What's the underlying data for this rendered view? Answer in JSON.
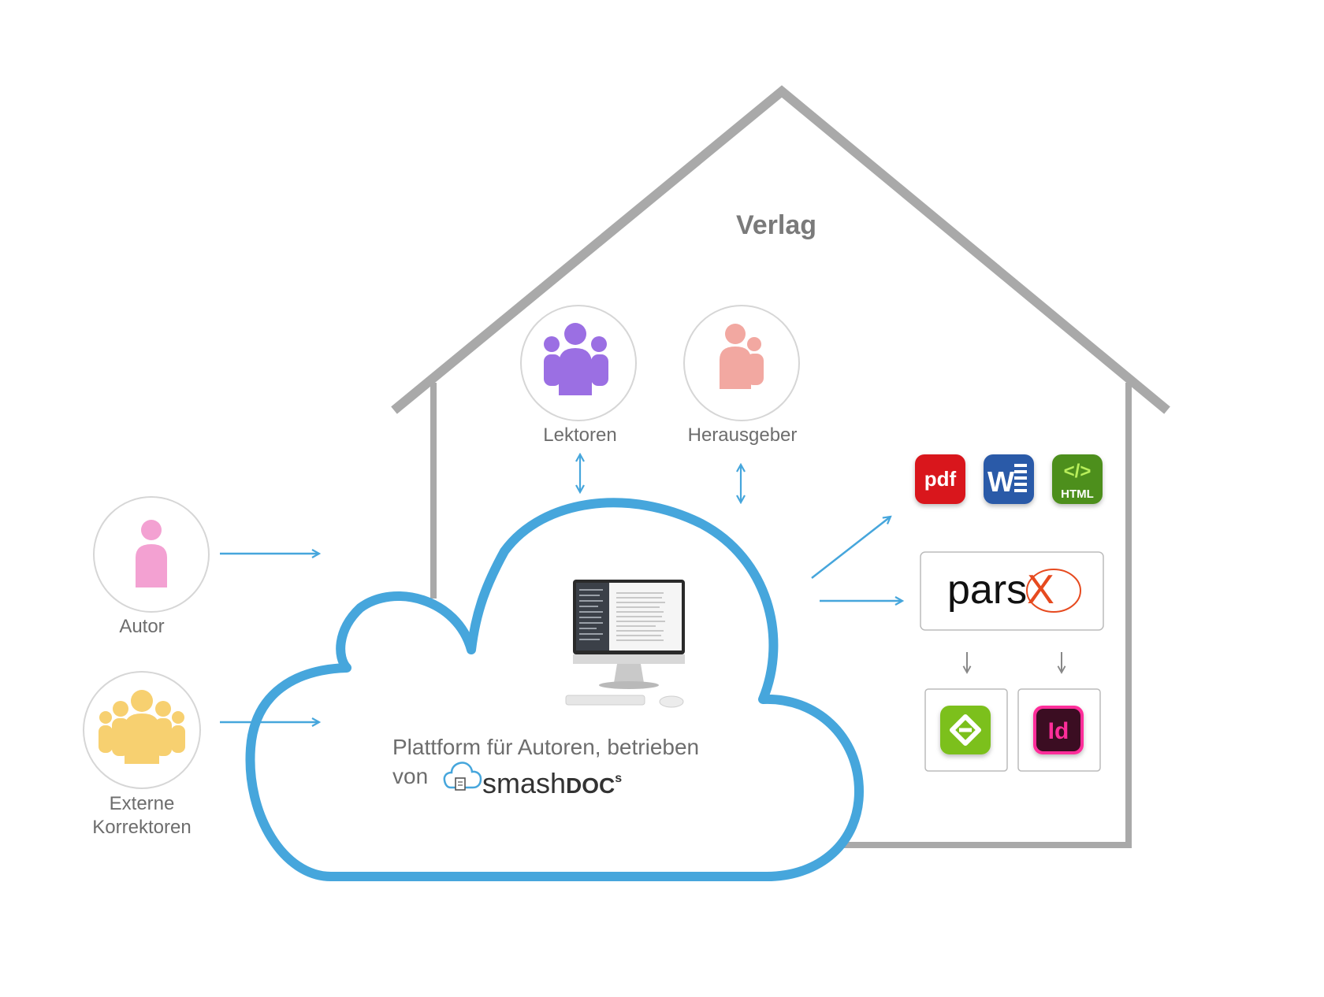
{
  "house": {
    "title": "Verlag"
  },
  "roles": {
    "lektoren": "Lektoren",
    "herausgeber": "Herausgeber",
    "autor": "Autor",
    "externe_line1": "Externe",
    "externe_line2": "Korrektoren"
  },
  "platform": {
    "line1": "Plattform für Autoren, betrieben",
    "line2_prefix": "von",
    "logo_light": "smash",
    "logo_bold": "DOC",
    "logo_sup": "s"
  },
  "formats": {
    "pdf": "pdf",
    "word": "W",
    "html_tag": "</>",
    "html": "HTML",
    "indesign": "Id"
  },
  "parsx": {
    "text": "pars",
    "x": "X"
  },
  "colors": {
    "house_outline": "#a9a9a9",
    "cloud": "#46a6dc",
    "arrow": "#46a6dc",
    "lektoren": "#9b6fe3",
    "herausgeber": "#f2a8a1",
    "autor": "#f3a1d2",
    "externe": "#f7d070",
    "label": "#6d6d6d",
    "pdf": "#d9141c",
    "word": "#2b5aa8",
    "html": "#4d8f1f",
    "epub": "#7cc01a",
    "indesign": "#3a0b22",
    "indesign_accent": "#ff2e9a",
    "parsx_accent": "#e64a1f"
  }
}
